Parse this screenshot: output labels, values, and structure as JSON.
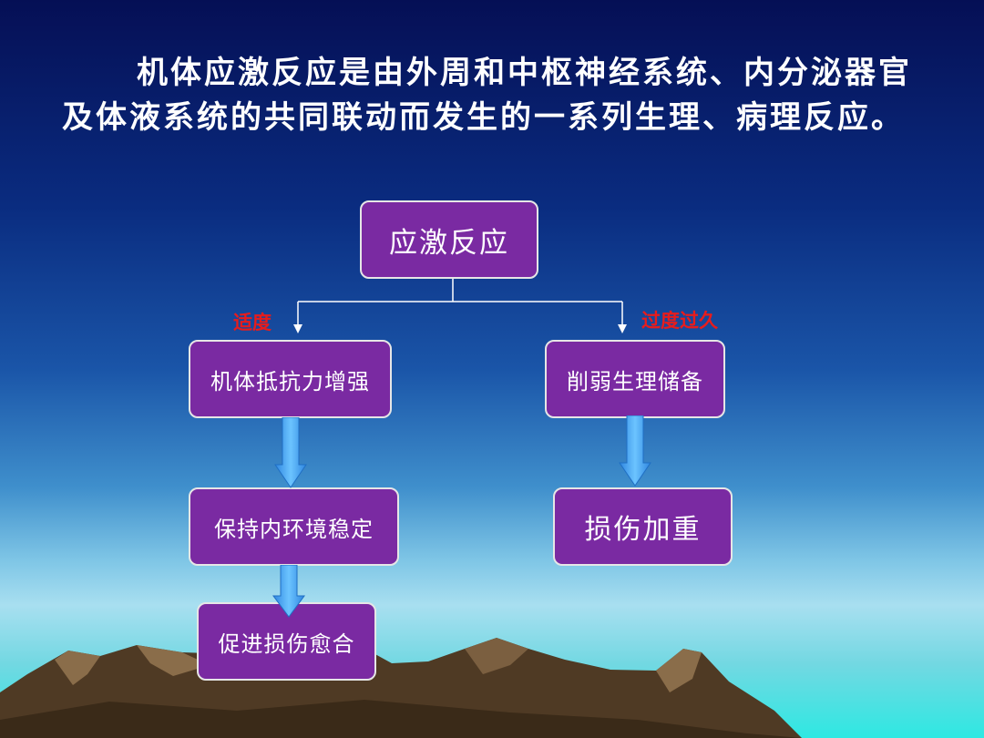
{
  "intro": "机体应激反应是由外周和中枢神经系统、内分泌器官及体液系统的共同联动而发生的一系列生理、病理反应。",
  "diagram": {
    "root": "应激反应",
    "left_branch_label": "适度",
    "right_branch_label": "过度过久",
    "left_nodes": [
      "机体抵抗力增强",
      "保持内环境稳定",
      "促进损伤愈合"
    ],
    "right_nodes": [
      "削弱生理储备",
      "损伤加重"
    ]
  },
  "colors": {
    "node_fill": "#7a2aa2",
    "node_border": "#e6e6e6",
    "branch_label": "#e81c1c",
    "arrow": "#3a9ff0"
  }
}
